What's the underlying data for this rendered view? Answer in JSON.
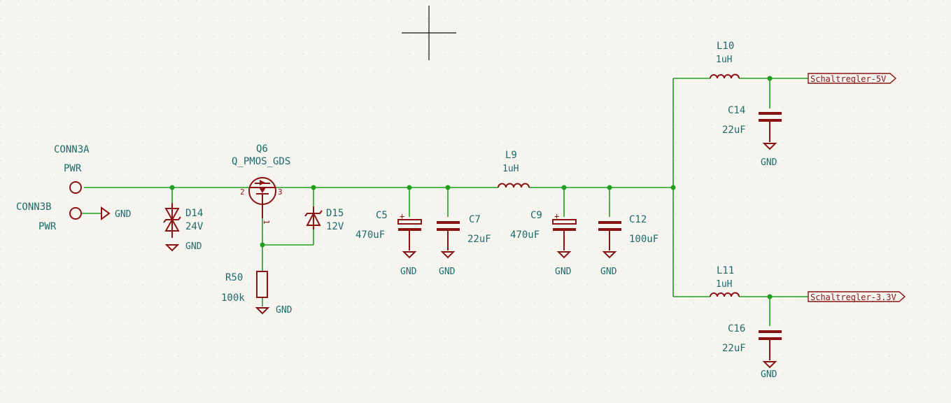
{
  "colors": {
    "wire": "#1fa01f",
    "component": "#8a1414",
    "text": "#1c6b6b",
    "background": "#f5f4ef"
  },
  "connectors": [
    {
      "ref": "CONN3A",
      "value": "PWR"
    },
    {
      "ref": "CONN3B",
      "value": "PWR"
    }
  ],
  "mosfet": {
    "ref": "Q6",
    "value": "Q_PMOS_GDS",
    "pin_gate": "1",
    "pin_drain": "2",
    "pin_source": "3"
  },
  "diodes": [
    {
      "ref": "D14",
      "value": "24V"
    },
    {
      "ref": "D15",
      "value": "12V"
    }
  ],
  "resistor": {
    "ref": "R50",
    "value": "100k"
  },
  "capacitors": [
    {
      "ref": "C5",
      "value": "470uF",
      "polar_mark": "+"
    },
    {
      "ref": "C7",
      "value": "22uF"
    },
    {
      "ref": "C9",
      "value": "470uF",
      "polar_mark": "+"
    },
    {
      "ref": "C12",
      "value": "100uF"
    },
    {
      "ref": "C14",
      "value": "22uF"
    },
    {
      "ref": "C16",
      "value": "22uF"
    }
  ],
  "inductors": [
    {
      "ref": "L9",
      "value": "1uH"
    },
    {
      "ref": "L10",
      "value": "1uH"
    },
    {
      "ref": "L11",
      "value": "1uH"
    }
  ],
  "ground_label": "GND",
  "net_labels": [
    "Schaltregler-5V",
    "Schaltregler-3.3V"
  ]
}
